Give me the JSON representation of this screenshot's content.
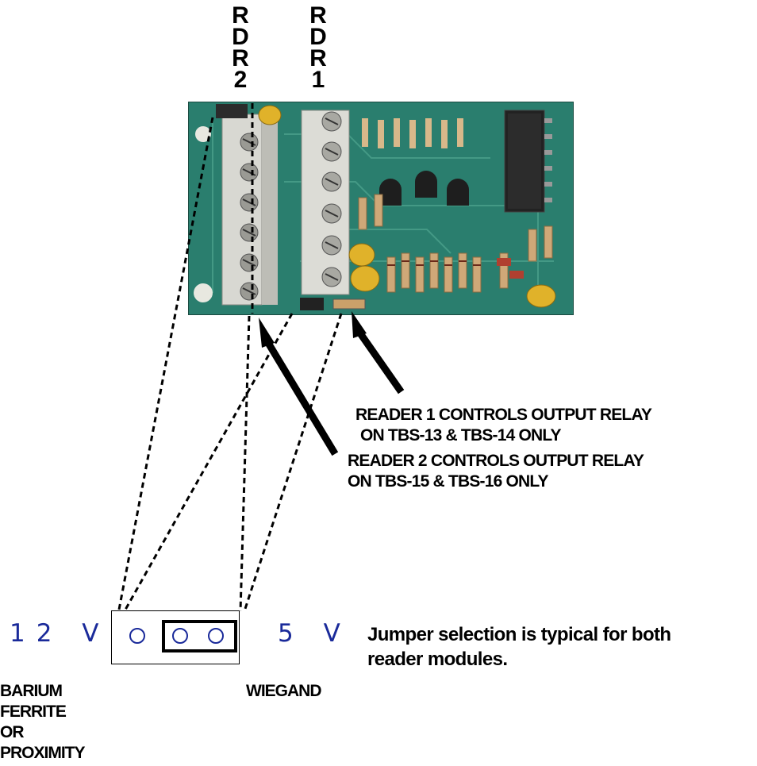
{
  "connectors": {
    "rdr2": [
      "R",
      "D",
      "R",
      "2"
    ],
    "rdr1": [
      "R",
      "D",
      "R",
      "1"
    ]
  },
  "notes": {
    "reader1_line1": "READER 1 CONTROLS OUTPUT RELAY",
    "reader1_line2": "ON TBS-13 & TBS-14 ONLY",
    "reader2_line1": "READER 2 CONTROLS OUTPUT RELAY",
    "reader2_line2": "ON TBS-15 & TBS-16 ONLY"
  },
  "jumper": {
    "left_voltage": "12 V",
    "right_voltage": "5 V",
    "description_line1": "Jumper selection is typical for both",
    "description_line2": "reader modules."
  },
  "labels": {
    "barium": [
      "BARIUM",
      "FERRITE",
      "OR",
      "PROXIMITY"
    ],
    "wiegand": "WIEGAND"
  }
}
